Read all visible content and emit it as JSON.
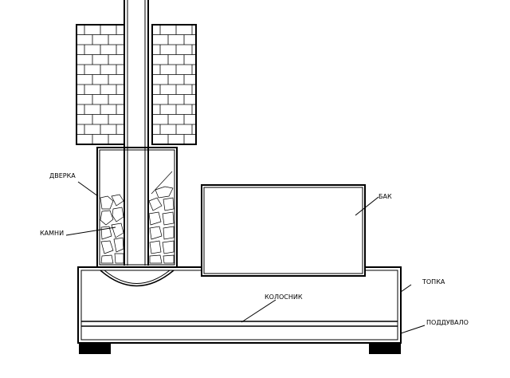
{
  "diagram": {
    "labels": {
      "dverka": "ДВЕРКА",
      "kamni": "КАМНИ",
      "bak": "БАК",
      "topka": "ТОПКА",
      "kolosnik": "КОЛОСНИК",
      "podduvalo": "ПОДДУВАЛО"
    },
    "colors": {
      "line": "#000000",
      "background": "#ffffff"
    }
  }
}
